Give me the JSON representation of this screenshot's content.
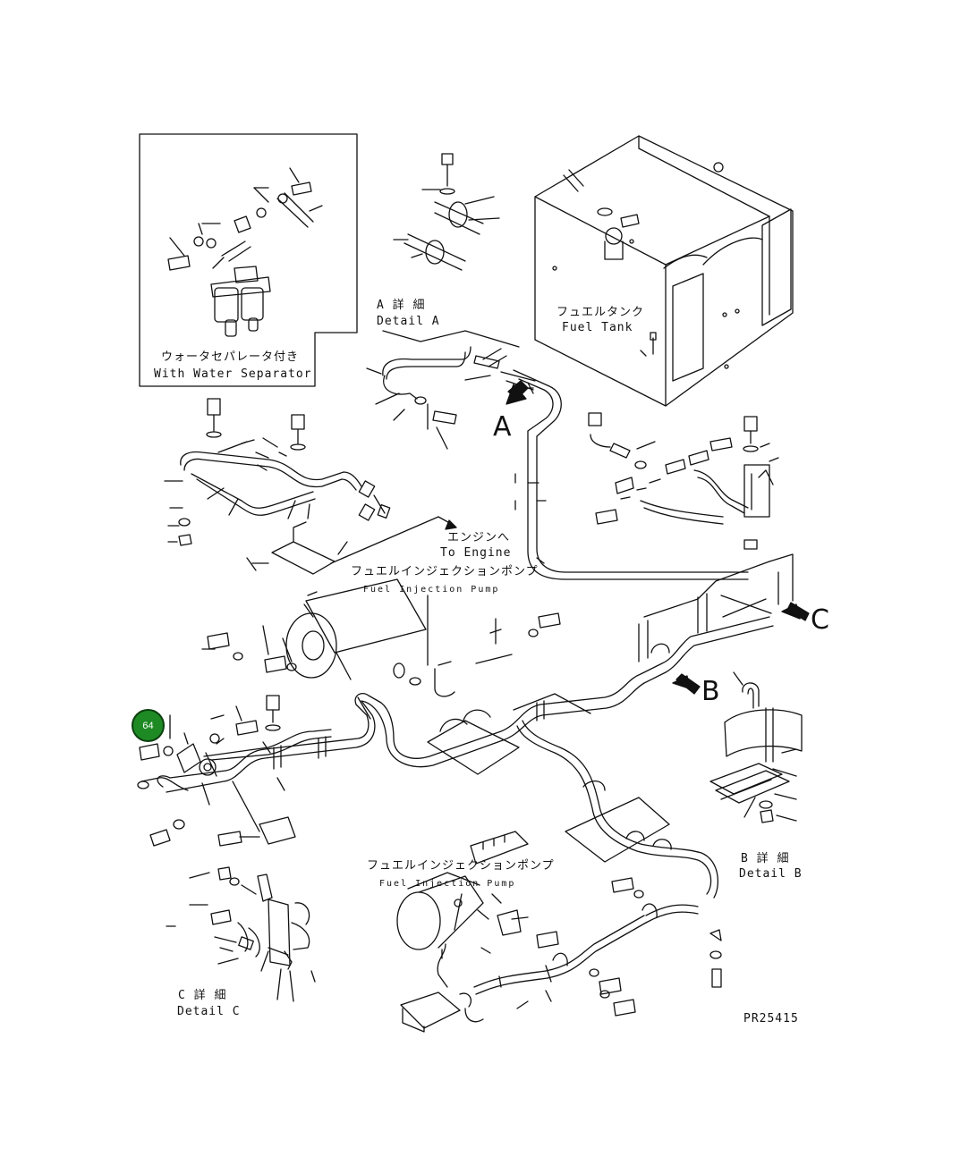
{
  "labels": {
    "detail_a_jp": "A 詳 細",
    "detail_a_en": "Detail A",
    "fuel_tank_jp": "フュエルタンク",
    "fuel_tank_en": "Fuel Tank",
    "water_sep_jp": "ウォータセパレータ付き",
    "water_sep_en": "With Water Separator",
    "to_engine_jp": "エンジンへ",
    "to_engine_en": "To Engine",
    "fip_jp_1": "フュエルインジェクションポンプ",
    "fip_en_1": "Fuel Injection Pump",
    "fip_jp_2": "フュエルインジェクションポンプ",
    "fip_en_2": "Fuel Injection Pump",
    "detail_b_jp": "B 詳 細",
    "detail_b_en": "Detail B",
    "detail_c_jp": "C 詳 細",
    "detail_c_en": "Detail C",
    "view_a": "A",
    "view_b": "B",
    "view_c": "C",
    "drawing_no": "PR25415"
  },
  "callouts": [
    {
      "id": "64",
      "label": "64",
      "color": "#1e8a24"
    }
  ]
}
